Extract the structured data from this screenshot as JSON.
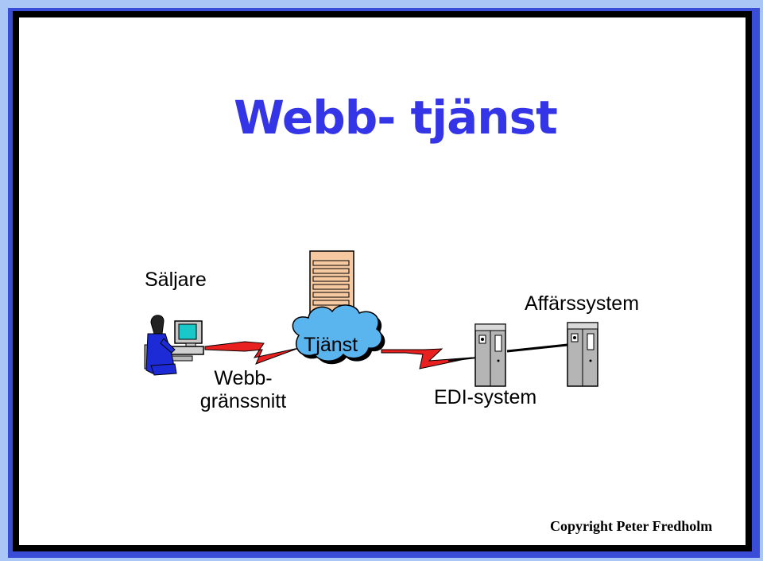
{
  "slide": {
    "title": "Webb- tjänst",
    "labels": {
      "seller": "Säljare",
      "web_interface_line1": "Webb-",
      "web_interface_line2": "gränssnitt",
      "service": "Tjänst",
      "edi_system": "EDI-system",
      "business_system": "Affärssystem"
    },
    "copyright": "Copyright Peter Fredholm"
  },
  "icons": [
    "person-at-computer-icon",
    "document-icon",
    "cloud-icon",
    "server-icon",
    "lightning-bolt-icon"
  ],
  "colors": {
    "title": "#3535e8",
    "frame_light": "#a9c6f7",
    "frame_blue": "#3a4dd6",
    "cloud": "#5ab4ee",
    "lightning": "#e82020",
    "document": "#f6c9a0",
    "server": "#b0b0b0"
  }
}
